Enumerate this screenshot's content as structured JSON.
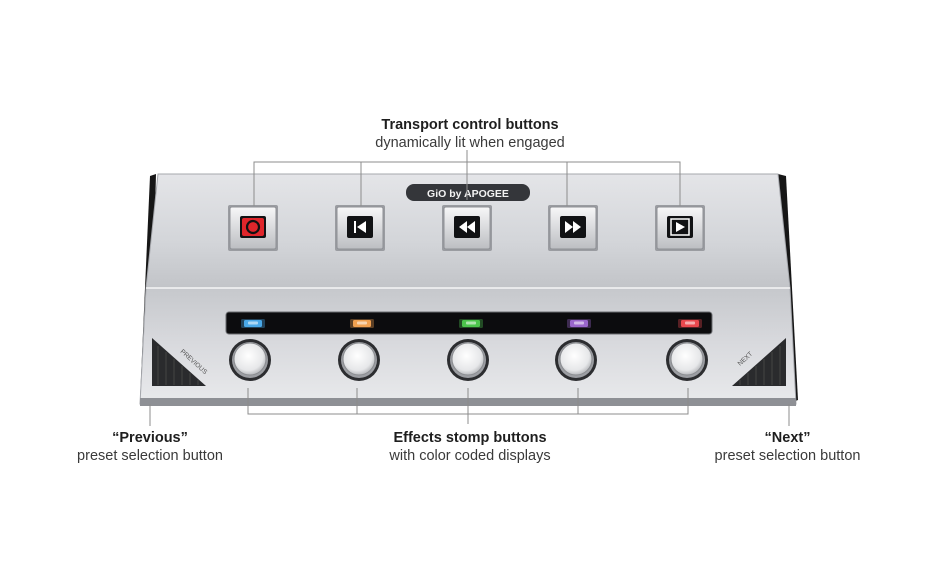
{
  "device": {
    "brand_logo": "GiO by APOGEE",
    "previous_label": "PREVIOUS",
    "next_label": "NEXT"
  },
  "callouts": {
    "transport": {
      "title": "Transport control buttons",
      "subtitle": "dynamically lit when engaged"
    },
    "effects": {
      "title": "Effects stomp buttons",
      "subtitle": "with color coded displays"
    },
    "previous": {
      "title": "“Previous”",
      "subtitle": "preset selection button"
    },
    "next": {
      "title": "“Next”",
      "subtitle": "preset selection button"
    }
  },
  "transport_buttons": [
    {
      "name": "record",
      "icon": "record-icon",
      "color": "#e0262b"
    },
    {
      "name": "return-to-start",
      "icon": "skip-back-icon",
      "color": "#ffffff"
    },
    {
      "name": "rewind",
      "icon": "rewind-icon",
      "color": "#ffffff"
    },
    {
      "name": "fast-forward",
      "icon": "fast-forward-icon",
      "color": "#ffffff"
    },
    {
      "name": "play",
      "icon": "play-icon",
      "color": "#ffffff"
    }
  ],
  "stomp_leds": [
    "#4aa8e8",
    "#f0a050",
    "#4cc44c",
    "#9a66cc",
    "#e8484e"
  ]
}
